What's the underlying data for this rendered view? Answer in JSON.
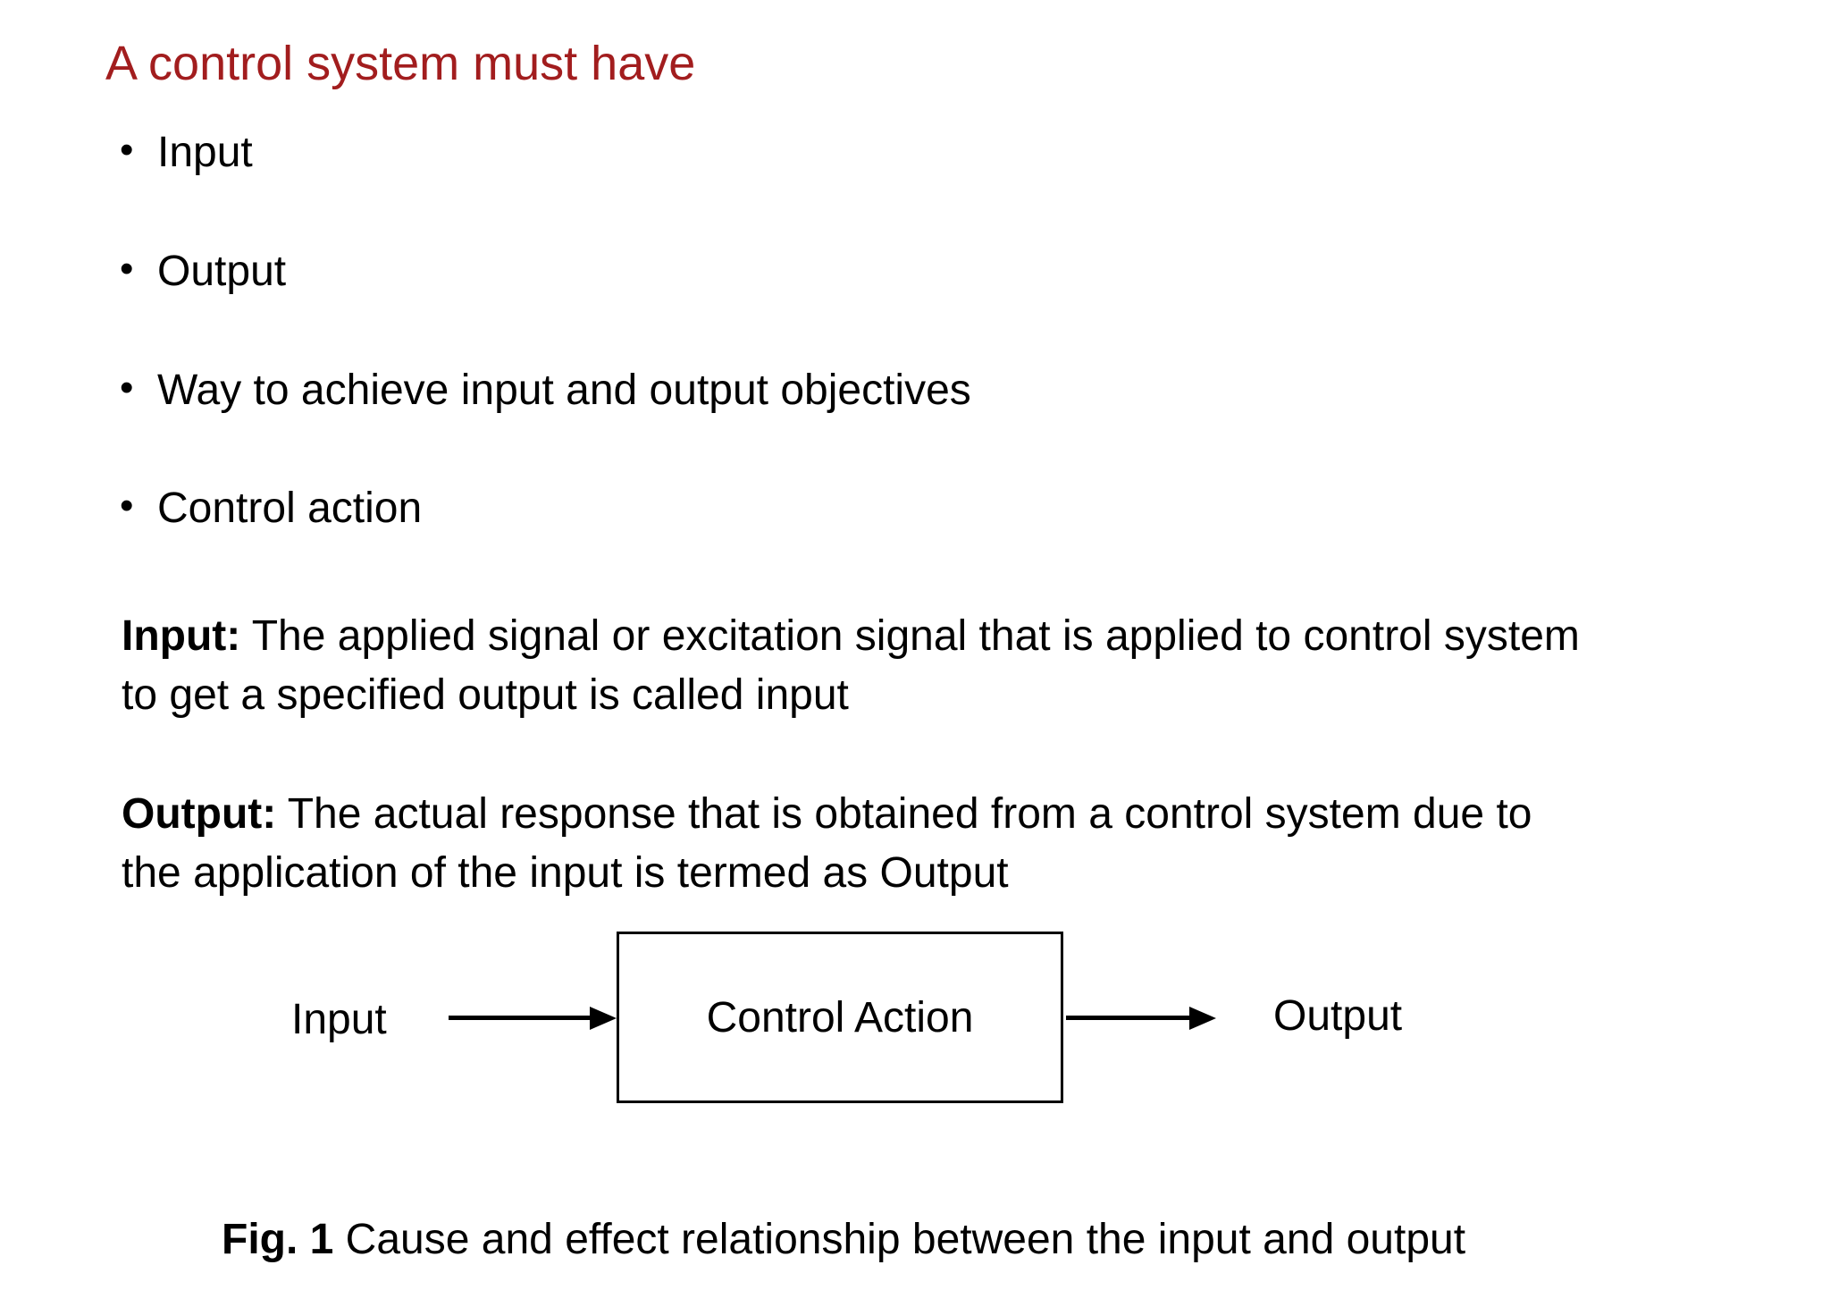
{
  "page": {
    "background": "#ffffff",
    "text_color": "#000000"
  },
  "title": {
    "text": "A control system must have",
    "color": "#A21D1E"
  },
  "icons": {
    "bullet": "•"
  },
  "bullets": [
    {
      "label": "Input"
    },
    {
      "label": "Output"
    },
    {
      "label": "Way to achieve input and output objectives"
    },
    {
      "label": "Control action"
    }
  ],
  "definitions": [
    {
      "term": "Input:",
      "line1": " The applied signal or excitation signal that is applied to control system",
      "line2": "to get a specified output is called input"
    },
    {
      "term": "Output:",
      "line1": " The actual response that is obtained from a control system due to",
      "line2": "the application of the input is termed as Output"
    }
  ],
  "diagram": {
    "input_label": "Input",
    "box_label": "Control Action",
    "output_label": "Output"
  },
  "caption": {
    "prefix": "Fig. 1",
    "text": " Cause and effect relationship between the input and output"
  }
}
